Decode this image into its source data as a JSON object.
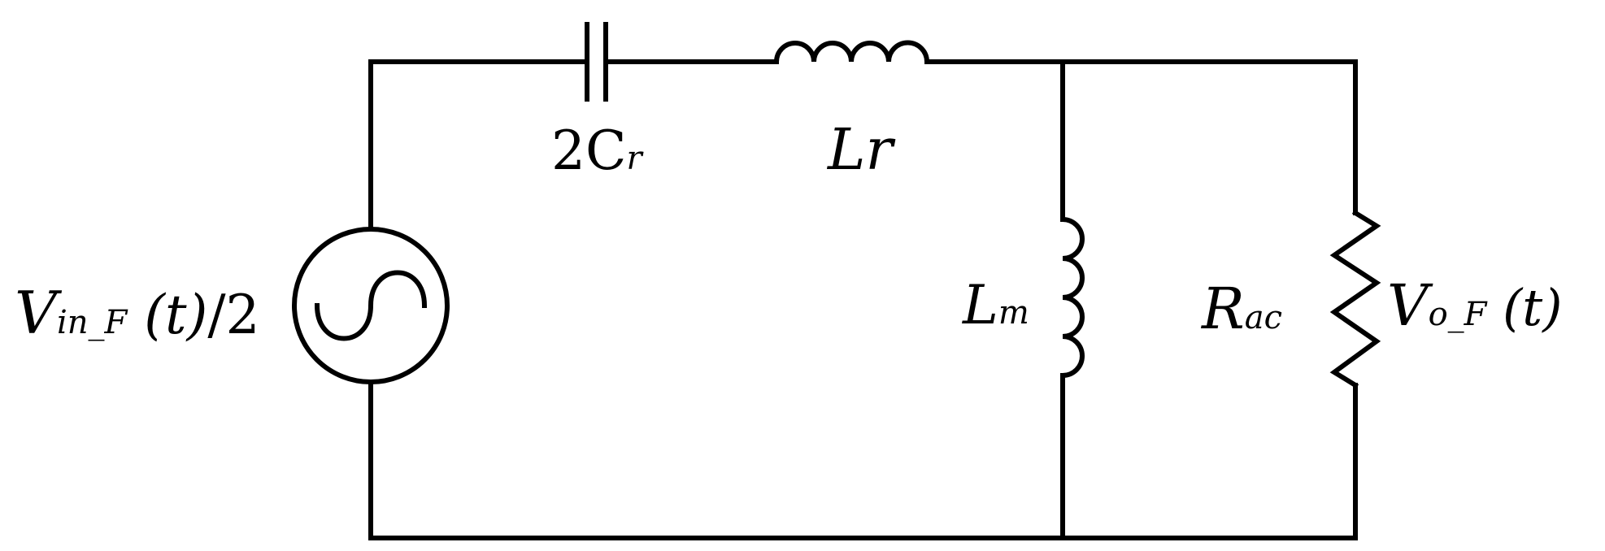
{
  "source": {
    "label_main": "V",
    "label_sub": "in_F",
    "label_arg": " (t)",
    "label_tail": "/2"
  },
  "capacitor": {
    "label_main": "2C",
    "label_sub": "r"
  },
  "series_inductor": {
    "label_main": "Lr"
  },
  "magnetizing_inductor": {
    "label_main": "L",
    "label_sub": "m"
  },
  "load_resistor": {
    "label_main": "R",
    "label_sub": "ac"
  },
  "output_voltage": {
    "label_main": "V",
    "label_sub": "o_F",
    "label_arg": " (t)"
  }
}
